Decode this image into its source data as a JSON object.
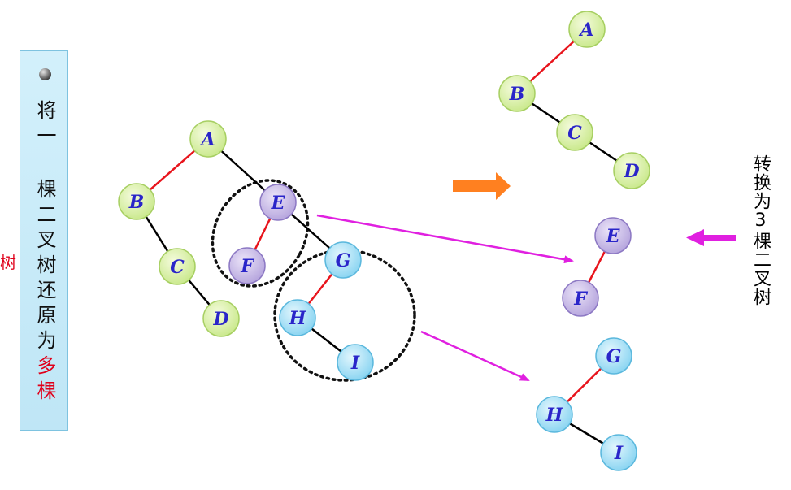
{
  "side_panel": {
    "text_main": "将一 棵二叉树还原为",
    "text_red": "多棵",
    "cut_text": "树"
  },
  "right_caption": {
    "text": "转换为3棵二叉树"
  },
  "colors": {
    "green_node": "#ddf2a8",
    "purple_node": "#cbbde8",
    "blue_node": "#a8e3f7",
    "node_label": "#2a25c9",
    "edge_red": "#e8141c",
    "edge_black": "#000000",
    "arrow_magenta": "#e020e0",
    "arrow_orange": "#ff8020"
  },
  "left_tree": {
    "nodes": [
      {
        "id": "A",
        "label": "A",
        "group": "green"
      },
      {
        "id": "B",
        "label": "B",
        "group": "green"
      },
      {
        "id": "C",
        "label": "C",
        "group": "green"
      },
      {
        "id": "D",
        "label": "D",
        "group": "green"
      },
      {
        "id": "E",
        "label": "E",
        "group": "purple"
      },
      {
        "id": "F",
        "label": "F",
        "group": "purple"
      },
      {
        "id": "G",
        "label": "G",
        "group": "blue"
      },
      {
        "id": "H",
        "label": "H",
        "group": "blue"
      },
      {
        "id": "I",
        "label": "I",
        "group": "blue"
      }
    ],
    "edges": [
      {
        "from": "A",
        "to": "B",
        "color": "red"
      },
      {
        "from": "A",
        "to": "E",
        "color": "black"
      },
      {
        "from": "B",
        "to": "C",
        "color": "black"
      },
      {
        "from": "C",
        "to": "D",
        "color": "black"
      },
      {
        "from": "E",
        "to": "F",
        "color": "red"
      },
      {
        "from": "E",
        "to": "G",
        "color": "black"
      },
      {
        "from": "G",
        "to": "H",
        "color": "red"
      },
      {
        "from": "H",
        "to": "I",
        "color": "black"
      }
    ]
  },
  "result_trees": [
    {
      "nodes": [
        {
          "id": "A",
          "label": "A",
          "group": "green"
        },
        {
          "id": "B",
          "label": "B",
          "group": "green"
        },
        {
          "id": "C",
          "label": "C",
          "group": "green"
        },
        {
          "id": "D",
          "label": "D",
          "group": "green"
        }
      ],
      "edges": [
        {
          "from": "A",
          "to": "B",
          "color": "red"
        },
        {
          "from": "B",
          "to": "C",
          "color": "black"
        },
        {
          "from": "C",
          "to": "D",
          "color": "black"
        }
      ]
    },
    {
      "nodes": [
        {
          "id": "E",
          "label": "E",
          "group": "purple"
        },
        {
          "id": "F",
          "label": "F",
          "group": "purple"
        }
      ],
      "edges": [
        {
          "from": "E",
          "to": "F",
          "color": "red"
        }
      ]
    },
    {
      "nodes": [
        {
          "id": "G",
          "label": "G",
          "group": "blue"
        },
        {
          "id": "H",
          "label": "H",
          "group": "blue"
        },
        {
          "id": "I",
          "label": "I",
          "group": "blue"
        }
      ],
      "edges": [
        {
          "from": "G",
          "to": "H",
          "color": "red"
        },
        {
          "from": "H",
          "to": "I",
          "color": "black"
        }
      ]
    }
  ]
}
